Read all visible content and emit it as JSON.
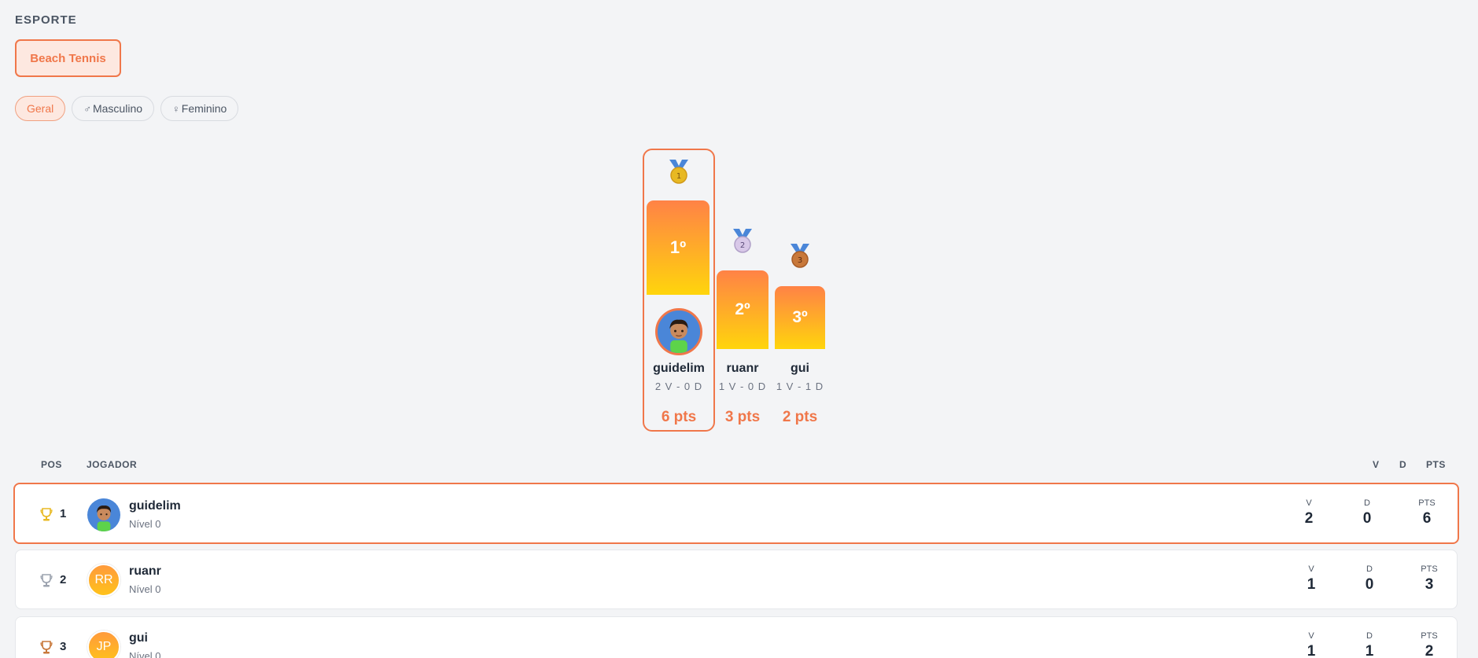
{
  "sport": {
    "label": "ESPORTE",
    "selected": "Beach Tennis"
  },
  "filters": [
    {
      "label": "Geral",
      "symbol": ""
    },
    {
      "label": "Masculino",
      "symbol": "♂"
    },
    {
      "label": "Feminino",
      "symbol": "♀"
    }
  ],
  "podium": {
    "first": {
      "place": "1º",
      "medal": "1",
      "name": "guidelim",
      "record": "2 V - 0 D",
      "points": "6 pts"
    },
    "second": {
      "place": "2º",
      "medal": "2",
      "name": "ruanr",
      "record": "1 V - 0 D",
      "points": "3 pts"
    },
    "third": {
      "place": "3º",
      "medal": "3",
      "name": "gui",
      "record": "1 V - 1 D",
      "points": "2 pts"
    }
  },
  "table": {
    "headers": {
      "pos": "POS",
      "player": "JOGADOR",
      "v": "V",
      "d": "D",
      "pts": "PTS"
    },
    "rows": [
      {
        "pos": "1",
        "name": "guidelim",
        "level": "Nível 0",
        "initials": "",
        "v": "2",
        "d": "0",
        "pts": "6"
      },
      {
        "pos": "2",
        "name": "ruanr",
        "level": "Nível 0",
        "initials": "RR",
        "v": "1",
        "d": "0",
        "pts": "3"
      },
      {
        "pos": "3",
        "name": "gui",
        "level": "Nível 0",
        "initials": "JP",
        "v": "1",
        "d": "1",
        "pts": "2"
      }
    ],
    "stat_labels": {
      "v": "V",
      "d": "D",
      "pts": "PTS"
    }
  },
  "colors": {
    "accent": "#f0774a",
    "gold": "#e8b923",
    "silver": "#b0b3bb",
    "bronze": "#c8783a"
  }
}
